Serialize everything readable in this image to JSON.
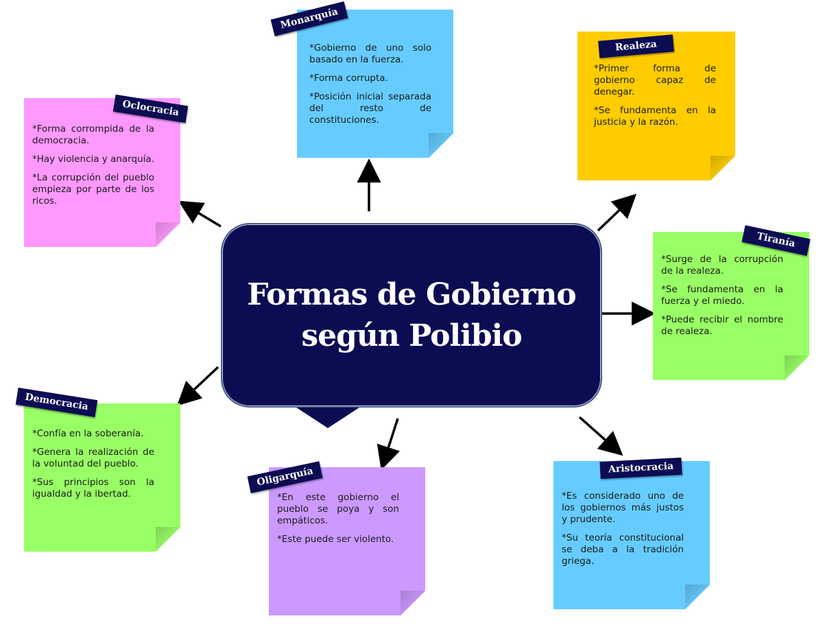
{
  "center": {
    "title": "Formas de Gobierno según Polibio"
  },
  "colors": {
    "pink": "#ff99ff",
    "blue": "#66ccff",
    "yellow": "#ffcc00",
    "green": "#99ff66",
    "purple": "#cc99ff",
    "navy": "#0c0c52"
  },
  "notes": {
    "oclocracia": {
      "label": "Oclocracia",
      "items": [
        "*Forma corrompida de la democracia.",
        "*Hay violencia y anarquía.",
        "*La corrupción del pueblo empieza por parte de los ricos."
      ]
    },
    "monarquia": {
      "label": "Monarquía",
      "items": [
        "*Gobierno de uno solo basado en la fuerza.",
        "*Forma corrupta.",
        "*Posición inicial separada del resto de constituciones."
      ]
    },
    "realeza": {
      "label": "Realeza",
      "items": [
        "*Primer forma de gobierno capaz de denegar.",
        "*Se fundamenta en la justicia y la razón."
      ]
    },
    "tirania": {
      "label": "Tiranía",
      "items": [
        "*Surge de la corrupción de la realeza.",
        "*Se fundamenta en la fuerza y el miedo.",
        "*Puede recibir el nombre de realeza."
      ]
    },
    "democracia": {
      "label": "Democracia",
      "items": [
        "*Confía en la soberanía.",
        "*Genera la realización de la voluntad del pueblo.",
        "*Sus principios son la igualdad y la ibertad."
      ]
    },
    "oligarquia": {
      "label": "Oligarquía",
      "items": [
        "*En este gobierno el pueblo se poya y son empáticos.",
        "*Este puede ser violento."
      ]
    },
    "aristocracia": {
      "label": "Aristocracia",
      "items": [
        "*Es considerado uno de los gobiernos más justos y prudente.",
        "*Su teoría constitucional se deba a la tradición griega."
      ]
    }
  }
}
